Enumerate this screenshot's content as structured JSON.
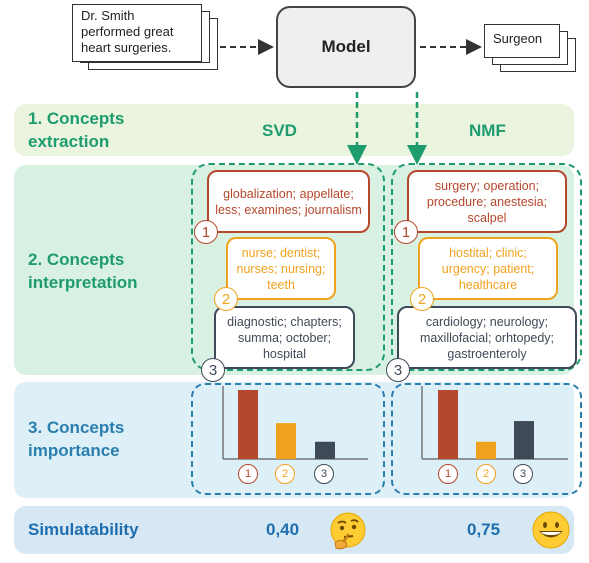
{
  "top": {
    "input_text": "Dr. Smith performed great heart surgeries.",
    "model_label": "Model",
    "output_label": "Surgeon"
  },
  "sections": {
    "extraction": "1. Concepts extraction",
    "interpretation": "2. Concepts interpretation",
    "importance": "3. Concepts importance",
    "simulatability": "Simulatability"
  },
  "methods": [
    {
      "name": "SVD",
      "concepts": [
        {
          "rank": "1",
          "text": "globalization; appellate; less; examines; journalism"
        },
        {
          "rank": "2",
          "text": "nurse; dentist; nurses; nursing; teeth"
        },
        {
          "rank": "3",
          "text": "diagnostic; chapters; summa; october; hospital"
        }
      ],
      "simulatability": "0,40",
      "emoji": "thinking-face-icon"
    },
    {
      "name": "NMF",
      "concepts": [
        {
          "rank": "1",
          "text": "surgery; operation; procedure; anestesia; scalpel"
        },
        {
          "rank": "2",
          "text": "hostital; clinic; urgency; patient; healthcare"
        },
        {
          "rank": "3",
          "text": "cardiology; neurology; maxillofacial; orhtopedy; gastroenteroly"
        }
      ],
      "simulatability": "0,75",
      "emoji": "grinning-face-icon"
    }
  ],
  "chart_data": [
    {
      "type": "bar",
      "categories": [
        "1",
        "2",
        "3"
      ],
      "values": [
        1.0,
        0.52,
        0.25
      ],
      "colors": [
        "#b5472c",
        "#f0a21e",
        "#3f4a59"
      ]
    },
    {
      "type": "bar",
      "categories": [
        "1",
        "2",
        "3"
      ],
      "values": [
        1.0,
        0.25,
        0.55
      ],
      "colors": [
        "#b5472c",
        "#f0a21e",
        "#3f4a59"
      ]
    }
  ]
}
